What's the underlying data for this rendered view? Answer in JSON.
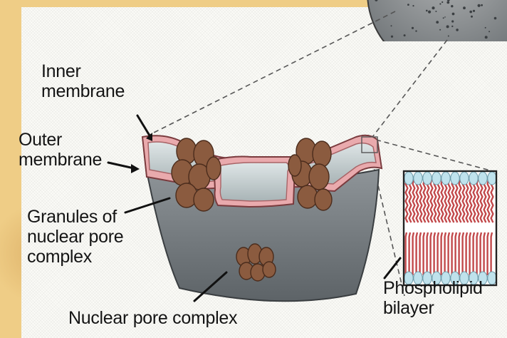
{
  "diagram": {
    "labels": {
      "inner_membrane": [
        "Inner",
        "membrane"
      ],
      "outer_membrane": [
        "Outer",
        "membrane"
      ],
      "granules": [
        "Granules of",
        "nuclear pore",
        "complex"
      ],
      "nuclear_pore_complex": "Nuclear pore complex",
      "phospholipid_bilayer": [
        "Phospholipid",
        "bilayer"
      ]
    },
    "colors": {
      "background": "#efcd86",
      "panel": "#fbfbf7",
      "nucleoplasm": "#7e8589",
      "membrane": "#e8a9ad",
      "membrane_outline": "#7a3b3e",
      "lumen": "#c9d3d5",
      "pore_granule": "#8a5a3e",
      "lipid_head": "#bfe2ec",
      "lipid_tail": "#c2494b",
      "leader_line": "#111111",
      "guide_line": "#555555"
    }
  }
}
